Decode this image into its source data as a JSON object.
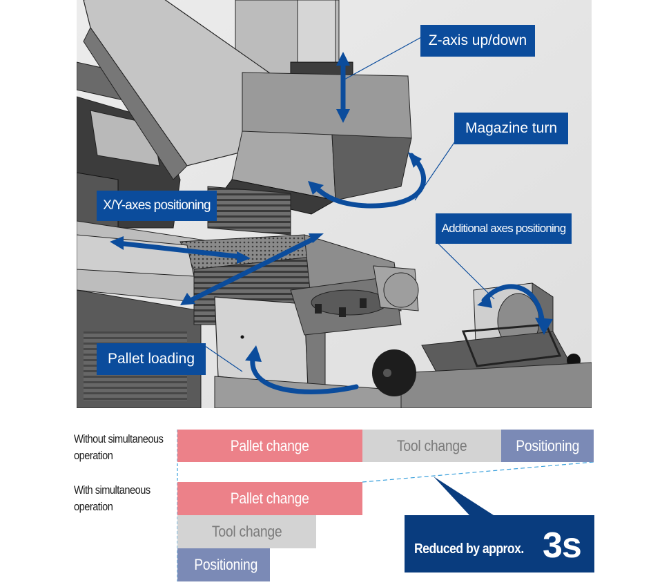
{
  "illustration": {
    "subject": "machining center with pallet changer and tool magazine",
    "callouts": [
      {
        "id": "z-axis",
        "label": "Z-axis up/down"
      },
      {
        "id": "magazine",
        "label": "Magazine turn"
      },
      {
        "id": "xy-axes",
        "label": "X/Y-axes positioning"
      },
      {
        "id": "additional-axes",
        "label": "Additional axes positioning"
      },
      {
        "id": "pallet-loading",
        "label": "Pallet loading"
      }
    ],
    "colors": {
      "callout_bg": "#0b4c9c",
      "arrow": "#0b4c9c",
      "background": "#e6e6e6"
    }
  },
  "timeline": {
    "rows": [
      {
        "label_line1": "Without simultaneous",
        "label_line2": "operation",
        "mode": "sequential",
        "segments": [
          {
            "label": "Pallet change",
            "type": "pallet",
            "start": 0,
            "duration": 4.0
          },
          {
            "label": "Tool change",
            "type": "tool",
            "start": 4.0,
            "duration": 3.0
          },
          {
            "label": "Positioning",
            "type": "positioning",
            "start": 7.0,
            "duration": 2.0
          }
        ]
      },
      {
        "label_line1": "With simultaneous",
        "label_line2": "operation",
        "mode": "simultaneous",
        "segments": [
          {
            "label": "Pallet change",
            "type": "pallet",
            "start": 0,
            "duration": 4.0
          },
          {
            "label": "Tool change",
            "type": "tool",
            "start": 0,
            "duration": 3.0
          },
          {
            "label": "Positioning",
            "type": "positioning",
            "start": 0,
            "duration": 2.0
          }
        ]
      }
    ],
    "total_units": 9.0,
    "colors": {
      "pallet": "#ec8189",
      "tool": "#d3d3d3",
      "positioning": "#7b8ab6",
      "guide": "#3aa0dc"
    }
  },
  "summary": {
    "prefix": "Reduced by approx.",
    "value": "3s",
    "bg": "#093c7e"
  }
}
